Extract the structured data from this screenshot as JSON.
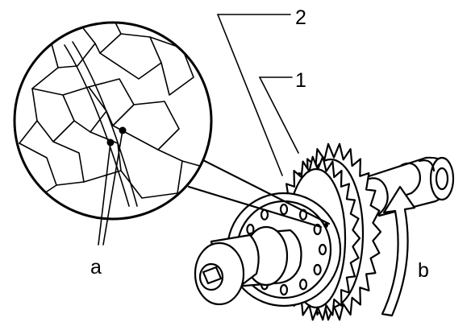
{
  "callouts": {
    "part_1": "1",
    "part_2": "2",
    "mark_a": "a",
    "rotation_b": "b"
  },
  "colors": {
    "ink": "#000000",
    "paper": "#ffffff"
  },
  "icons": {
    "magnifier": "magnified-detail-circle",
    "rotation": "curved-arrow-icon"
  }
}
